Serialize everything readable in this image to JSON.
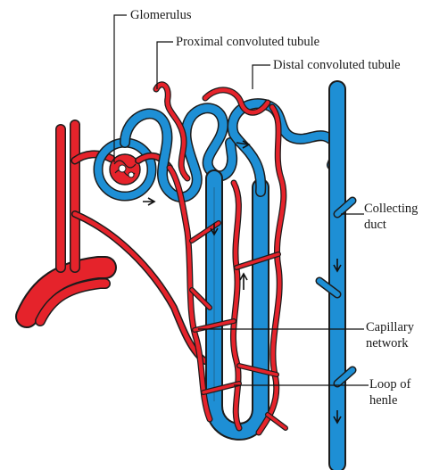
{
  "labels": {
    "glomerulus": "Glomerulus",
    "pct": "Proximal convoluted tubule",
    "dct": "Distal convoluted tubule",
    "collecting_1": "Collecting",
    "collecting_2": "duct",
    "capillary_1": "Capillary",
    "capillary_2": "network",
    "loop_1": "Loop of",
    "loop_2": "henle"
  },
  "colors": {
    "blood_vessel": "#e5232b",
    "tubule": "#1e8fd5",
    "outline": "#1c1c1c"
  }
}
